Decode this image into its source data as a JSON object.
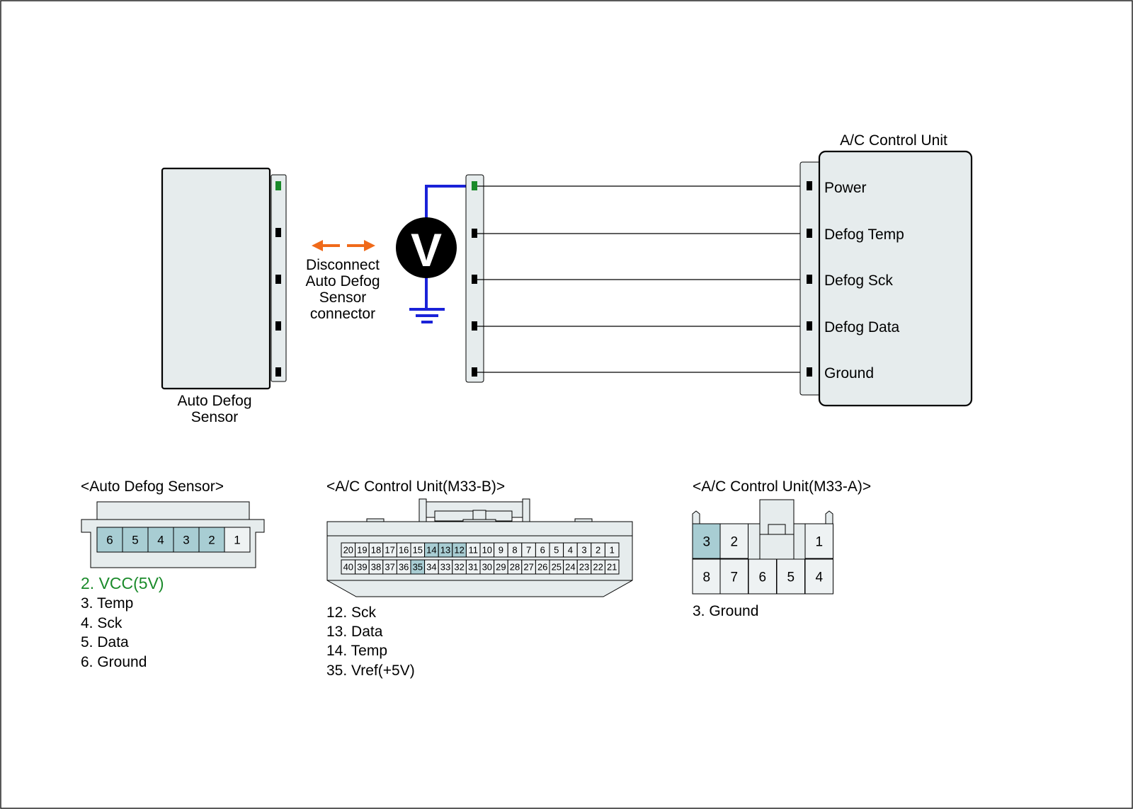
{
  "colors": {
    "panel_fill": "#e6eced",
    "pin_highlight": "#a8cdd3",
    "probe_wire": "#1a22d8",
    "active_pin": "#1a8a2a",
    "arrow": "#f06a1a",
    "vcc_text": "#1a8a2a"
  },
  "sensor": {
    "label_line1": "Auto Defog",
    "label_line2": "Sensor"
  },
  "disconnect_note": {
    "line1": "Disconnect",
    "line2": "Auto Defog",
    "line3": "Sensor",
    "line4": "connector"
  },
  "meter": {
    "symbol": "V",
    "icon": "voltmeter-icon"
  },
  "control_unit": {
    "title": "A/C Control Unit",
    "pins": [
      "Power",
      "Defog Temp",
      "Defog Sck",
      "Defog Data",
      "Ground"
    ]
  },
  "connectors": {
    "sensor": {
      "title": "<Auto Defog Sensor>",
      "pins": [
        "6",
        "5",
        "4",
        "3",
        "2",
        "1"
      ],
      "highlighted": [
        "6",
        "5",
        "4",
        "3",
        "2"
      ],
      "legend": [
        "2. VCC(5V)",
        "3. Temp",
        "4. Sck",
        "5. Data",
        "6. Ground"
      ]
    },
    "m33b": {
      "title": "<A/C Control Unit(M33-B)>",
      "top_row": [
        "20",
        "19",
        "18",
        "17",
        "16",
        "15",
        "14",
        "13",
        "12",
        "11",
        "10",
        "9",
        "8",
        "7",
        "6",
        "5",
        "4",
        "3",
        "2",
        "1"
      ],
      "bottom_row": [
        "40",
        "39",
        "38",
        "37",
        "36",
        "35",
        "34",
        "33",
        "32",
        "31",
        "30",
        "29",
        "28",
        "27",
        "26",
        "25",
        "24",
        "23",
        "22",
        "21"
      ],
      "highlighted": [
        "14",
        "13",
        "12",
        "35"
      ],
      "legend": [
        "12. Sck",
        "13. Data",
        "14. Temp",
        "35. Vref(+5V)"
      ]
    },
    "m33a": {
      "title": "<A/C Control Unit(M33-A)>",
      "pins": [
        "3",
        "2",
        "1",
        "8",
        "7",
        "6",
        "5",
        "4"
      ],
      "highlighted": [
        "3"
      ],
      "legend": [
        "3. Ground"
      ]
    }
  }
}
